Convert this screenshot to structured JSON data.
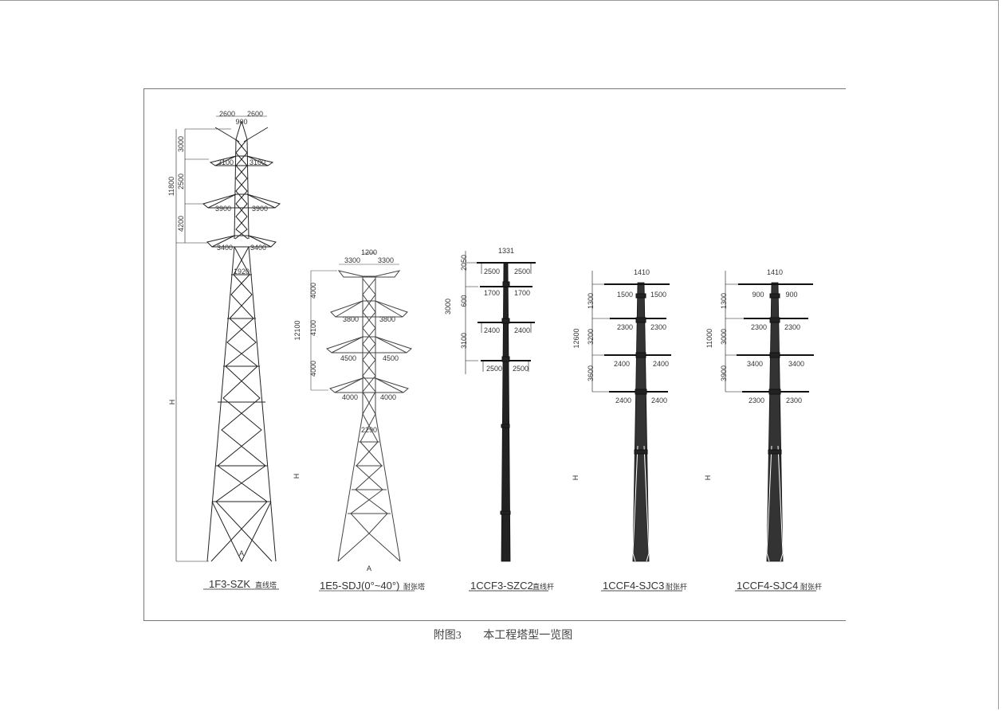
{
  "figure": {
    "number": "附图3",
    "title": "本工程塔型一览图"
  },
  "towers": [
    {
      "name": "1F3-SZK",
      "type_note": "直线塔",
      "top_dims": [
        "2600",
        "2600",
        "900"
      ],
      "arm_dims": [
        [
          "3100",
          "3100"
        ],
        [
          "3900",
          "3900"
        ],
        [
          "3400",
          "3400"
        ]
      ],
      "vertical_dims": [
        "3000",
        "2500",
        "4200"
      ],
      "total_height": "11800",
      "waist": "1920",
      "height_symbol": "H",
      "base_mark": "A"
    },
    {
      "name": "1E5-SDJ(0°~40°)",
      "type_note": "耐张塔",
      "top_dims": [
        "1200",
        "3300",
        "3300"
      ],
      "arm_dims": [
        [
          "3800",
          "3800"
        ],
        [
          "4500",
          "4500"
        ],
        [
          "4000",
          "4000"
        ]
      ],
      "vertical_dims": [
        "4000",
        "4100",
        "4000"
      ],
      "total_height": "12100",
      "waist": "2290",
      "height_symbol": "H",
      "base_mark": "A"
    },
    {
      "name": "1CCF3-SZC2",
      "type_note": "直线杆",
      "top_dims": [
        "1331"
      ],
      "arm_dims": [
        [
          "2500",
          "2500"
        ],
        [
          "1700",
          "1700"
        ],
        [
          "2400",
          "2400"
        ],
        [
          "2500",
          "2500"
        ]
      ],
      "vertical_dims": [
        "2050",
        "600",
        "3000",
        "3100"
      ],
      "total_height": "",
      "height_symbol": ""
    },
    {
      "name": "1CCF4-SJC3",
      "type_note": "耐张杆",
      "top_dims": [
        "1410"
      ],
      "arm_dims": [
        [
          "1500",
          "1500"
        ],
        [
          "2300",
          "2300"
        ],
        [
          "2400",
          "2400"
        ],
        [
          "2400",
          "2400"
        ]
      ],
      "vertical_dims": [
        "1300",
        "3200",
        "3600"
      ],
      "total_height": "12600",
      "height_symbol": "H"
    },
    {
      "name": "1CCF4-SJC4",
      "type_note": "耐张杆",
      "top_dims": [
        "1410"
      ],
      "arm_dims": [
        [
          "900",
          "900"
        ],
        [
          "2300",
          "2300"
        ],
        [
          "3400",
          "3400"
        ],
        [
          "2300",
          "2300"
        ]
      ],
      "vertical_dims": [
        "1300",
        "3000",
        "3900"
      ],
      "total_height": "11000",
      "height_symbol": "H"
    }
  ]
}
